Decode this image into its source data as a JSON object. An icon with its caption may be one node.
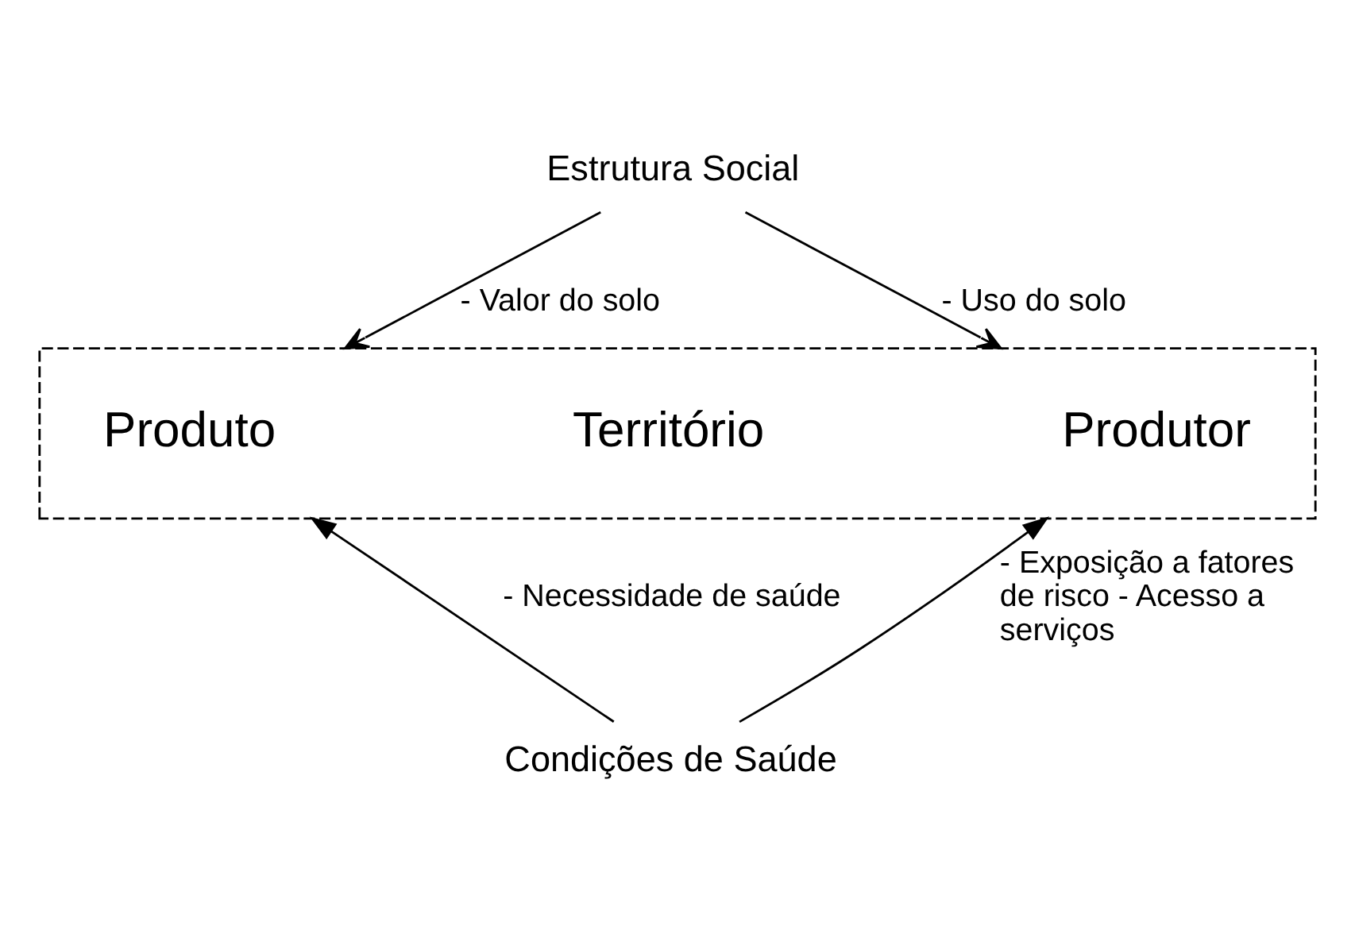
{
  "diagram": {
    "nodes": [
      {
        "text": [
          "Estrutura Social"
        ]
      },
      {
        "text": [],
        "shape": "box"
      },
      {
        "text": [
          "Produto"
        ],
        "in": 1
      },
      {
        "text": [
          "Território"
        ],
        "in": 1
      },
      {
        "text": [
          "Produtor"
        ],
        "in": 1
      },
      {
        "text": [
          "Condições de Saúde"
        ]
      }
    ],
    "edges": [
      {
        "from": 0,
        "to": 1,
        "arrow": "to",
        "label": "- Valor do solo"
      },
      {
        "from": 0,
        "to": 1,
        "arrow": "to",
        "label": "- Uso do solo"
      },
      {
        "from": 5,
        "to": 1,
        "arrow": "to",
        "label": "- Necessidade de saúde"
      },
      {
        "from": 5,
        "to": 1,
        "arrow": "to",
        "label": "- Exposição a fatores de risco - Acesso a serviços"
      }
    ]
  }
}
